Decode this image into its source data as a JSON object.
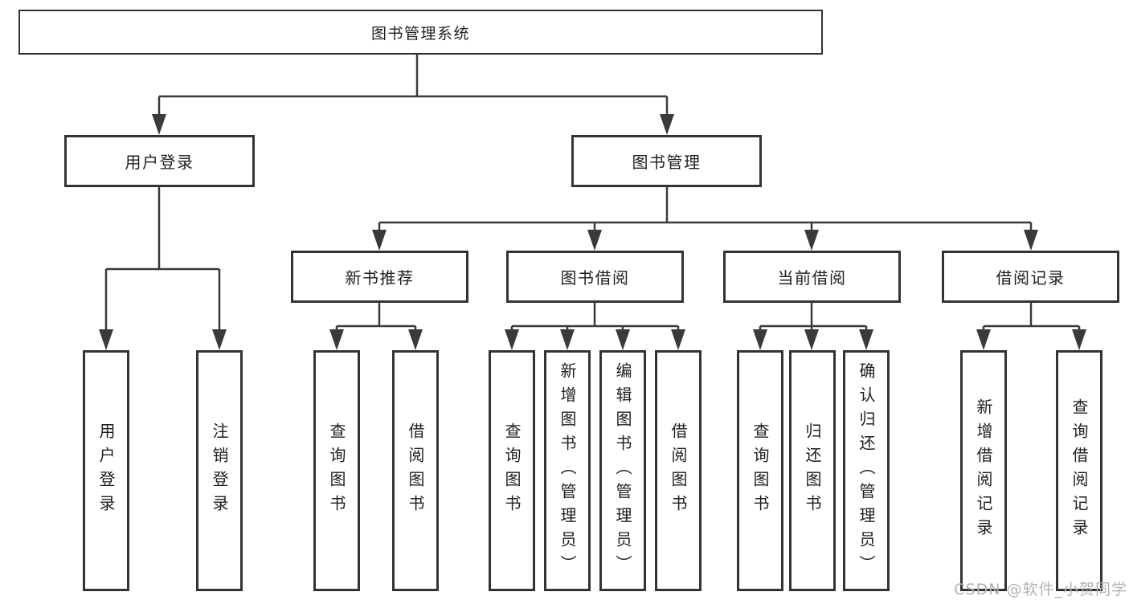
{
  "tree": {
    "root": {
      "label": "图书管理系统"
    },
    "branches": [
      {
        "label": "用户登录",
        "children": [
          {
            "label": "用户登录"
          },
          {
            "label": "注销登录"
          }
        ]
      },
      {
        "label": "图书管理",
        "children": [
          {
            "label": "新书推荐",
            "children": [
              {
                "label": "查询图书"
              },
              {
                "label": "借阅图书"
              }
            ]
          },
          {
            "label": "图书借阅",
            "children": [
              {
                "label": "查询图书"
              },
              {
                "label": "新增图书（管理员）"
              },
              {
                "label": "编辑图书（管理员）"
              },
              {
                "label": "借阅图书"
              }
            ]
          },
          {
            "label": "当前借阅",
            "children": [
              {
                "label": "查询图书"
              },
              {
                "label": "归还图书"
              },
              {
                "label": "确认归还（管理员）"
              }
            ]
          },
          {
            "label": "借阅记录",
            "children": [
              {
                "label": "新增借阅记录"
              },
              {
                "label": "查询借阅记录"
              }
            ]
          }
        ]
      }
    ]
  },
  "watermark": {
    "text": "CSDN @软件_小贺同学"
  },
  "colors": {
    "line": "#3a3a3a",
    "border": "#333333",
    "text": "#1f1f1f",
    "watermark": "#b5b1b1"
  }
}
